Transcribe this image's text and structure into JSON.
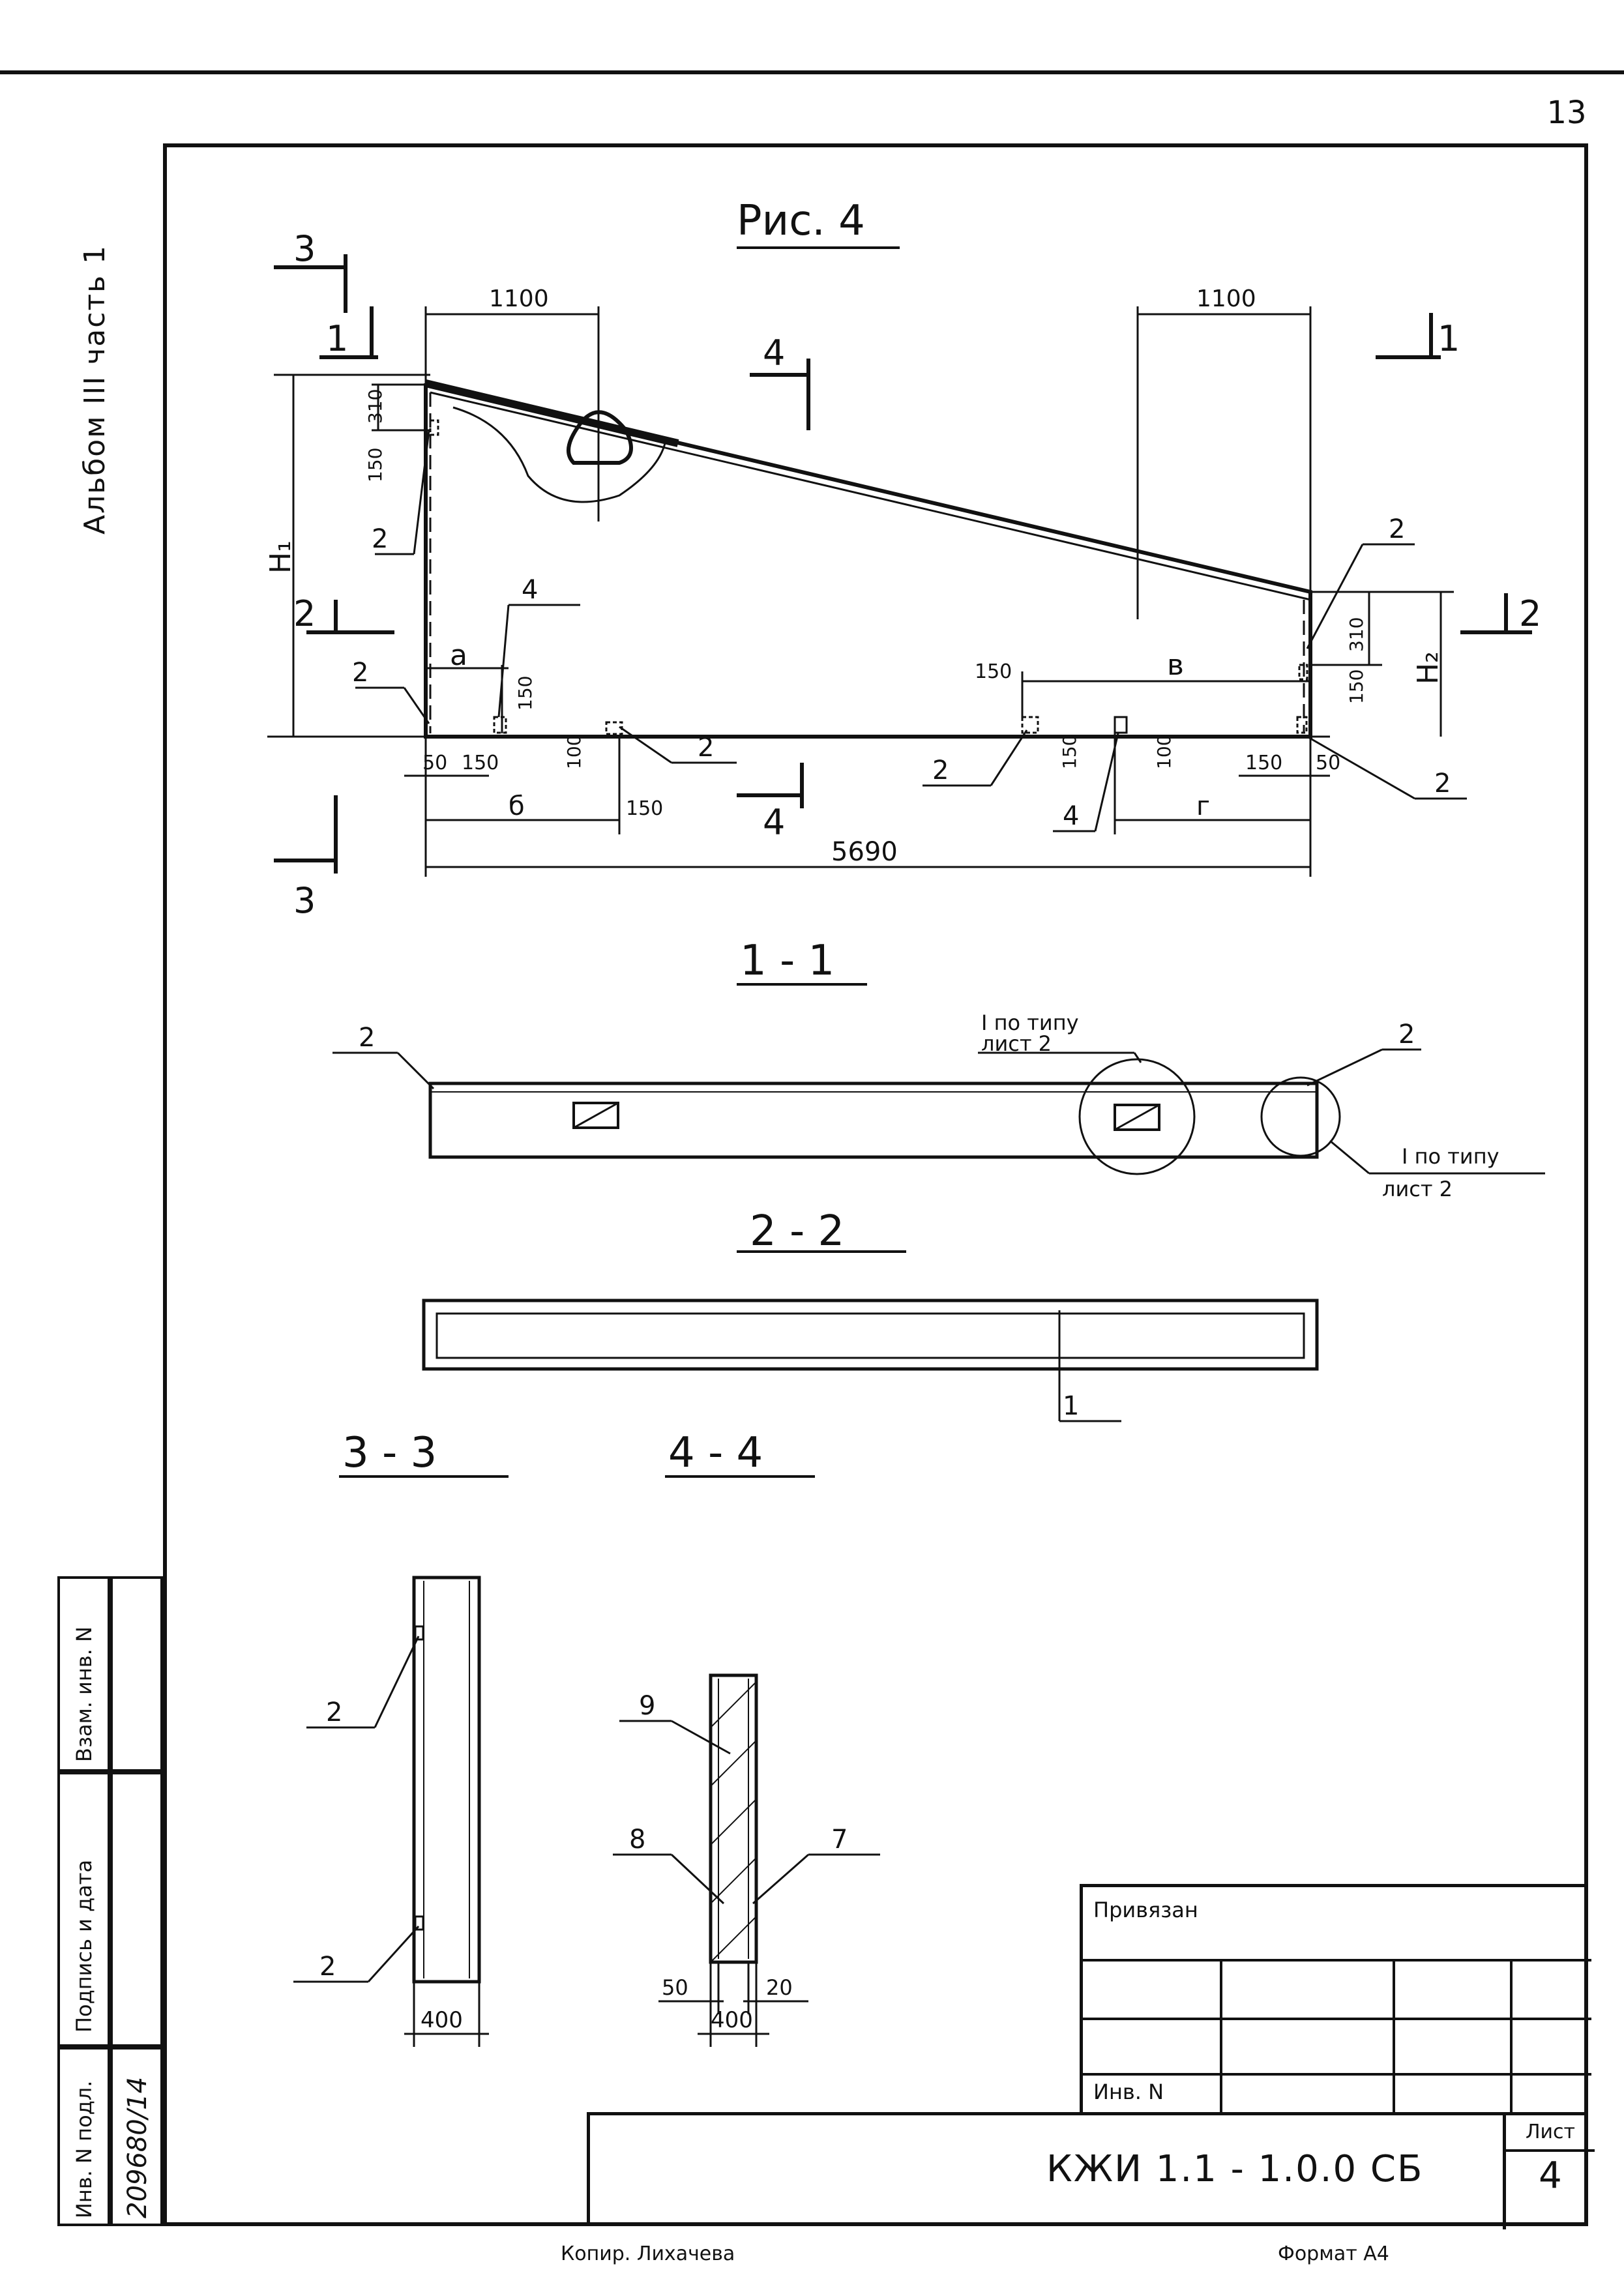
{
  "page": {
    "sheet_number": "13",
    "album_label": "Альбом III часть 1",
    "copied_by": "Копир. Лихачева",
    "format": "Формат А4"
  },
  "figure": {
    "title": "Рис. 4",
    "elevation": {
      "dims": {
        "top_left": "1100",
        "top_right": "1100",
        "d310_left": "310",
        "d150_left": "150",
        "d310_right": "310",
        "d150_right": "150",
        "d150_bl": "150",
        "d150_br": "150",
        "d150_bm": "150",
        "d150_b2": "150",
        "d150_b3": "150",
        "d100_l": "100",
        "d100_r": "100",
        "d50_l": "50",
        "d50_r": "50",
        "total": "5690",
        "a": "а",
        "b": "б",
        "v": "в",
        "g": "г",
        "h1": "H₁",
        "h2": "H₂"
      },
      "callouts": {
        "c2_a": "2",
        "c2_b": "2",
        "c2_c": "2",
        "c2_d": "2",
        "c2_e": "2",
        "c2_f": "2",
        "c4_a": "4",
        "c4_b": "4"
      },
      "section_marks": {
        "s3_top": "3",
        "s3_bot": "3",
        "s1_left": "1",
        "s1_right": "1",
        "s2_left": "2",
        "s2_right": "2",
        "s4_top": "4",
        "s4_bot": "4"
      }
    },
    "section_1_1": {
      "title": "1 - 1",
      "callout_left": "2",
      "callout_right": "2",
      "note_mid_1": "I по типу",
      "note_mid_2": "лист 2",
      "note_right_1": "I по типу",
      "note_right_2": "лист 2"
    },
    "section_2_2": {
      "title": "2 - 2",
      "callout": "1"
    },
    "section_3_3": {
      "title": "3 - 3",
      "callout_top": "2",
      "callout_bot": "2",
      "width": "400"
    },
    "section_4_4": {
      "title": "4 - 4",
      "c9": "9",
      "c8": "8",
      "c7": "7",
      "d50": "50",
      "d20": "20",
      "width": "400"
    }
  },
  "side_stamp": {
    "vzam_inv": "Взам. инв. N",
    "podpis_data": "Подпись и дата",
    "inv_podl": "Инв. N подл.",
    "inv_podl_value": "209680/14"
  },
  "title_block": {
    "attached": "Привязан",
    "inv_n": "Инв. N",
    "doc_code": "КЖИ 1.1 - 1.0.0 СБ",
    "sheet_label": "Лист",
    "sheet_value": "4"
  }
}
